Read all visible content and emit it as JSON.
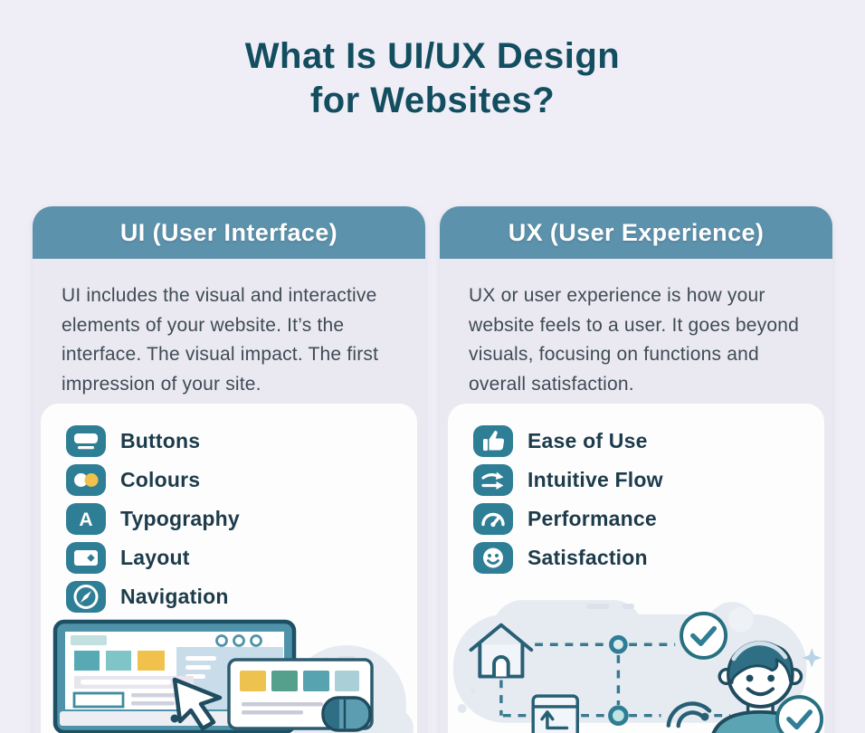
{
  "title": {
    "line1": "What Is UI/UX Design",
    "line2": "for Websites?"
  },
  "palette": {
    "page_bg": "#efeef6",
    "card_bg": "#eae9f1",
    "header_bg": "#5d92ac",
    "title_color": "#134e60",
    "desc_color": "#3f4b56",
    "label_color": "#1d3b4a",
    "chip_teal": "#2e7e96",
    "accent_yellow": "#f0c24c",
    "outline_dark": "#1f4c5e",
    "teal_mid": "#4e93a9"
  },
  "ui_card": {
    "header": "UI (User Interface)",
    "description": "UI includes the visual and interactive elements of your website. It’s the interface. The visual impact. The first impression of your site.",
    "items": [
      {
        "label": "Buttons",
        "icon": "button-icon"
      },
      {
        "label": "Colours",
        "icon": "color-dots-icon"
      },
      {
        "label": "Typography",
        "icon": "letter-a-icon"
      },
      {
        "label": "Layout",
        "icon": "layout-icon"
      },
      {
        "label": "Navigation",
        "icon": "compass-icon"
      }
    ],
    "typography_glyph": "A",
    "illustration": "monitor with webpage mockup, floating browser card, cursor and mouse"
  },
  "ux_card": {
    "header": "UX (User Experience)",
    "description": "UX or user experience is how your website feels to a user. It goes beyond visuals, focusing on functions and overall satisfaction.",
    "items": [
      {
        "label": "Ease of Use",
        "icon": "thumbs-up-icon"
      },
      {
        "label": "Intuitive Flow",
        "icon": "flow-arrows-icon"
      },
      {
        "label": "Performance",
        "icon": "gauge-icon"
      },
      {
        "label": "Satisfaction",
        "icon": "smiley-icon"
      }
    ],
    "illustration": "user journey map: house, dashed path, checkpoints, browser, signal, happy user"
  }
}
